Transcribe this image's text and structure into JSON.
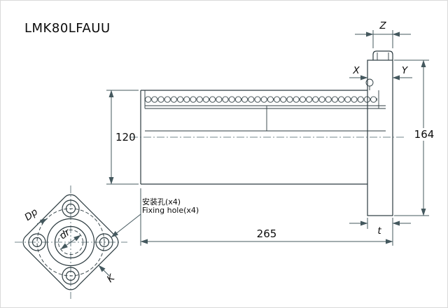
{
  "title": "LMK80LFAUU",
  "dim_labels": {
    "body_od": "120",
    "flange_height": "164",
    "total_length": "265",
    "z": "Z",
    "x": "X",
    "y": "Y",
    "t": "t",
    "dp": "Dp",
    "dr": "dr",
    "k": "K"
  },
  "annotations": {
    "fixing_hole_cn": "安装孔(x4)",
    "fixing_hole_en": "Fixing hole(x4)"
  },
  "colors": {
    "line": "#2c3b40",
    "dimension": "#44585e",
    "text": "#0b0b0b",
    "background": "#ffffff"
  }
}
